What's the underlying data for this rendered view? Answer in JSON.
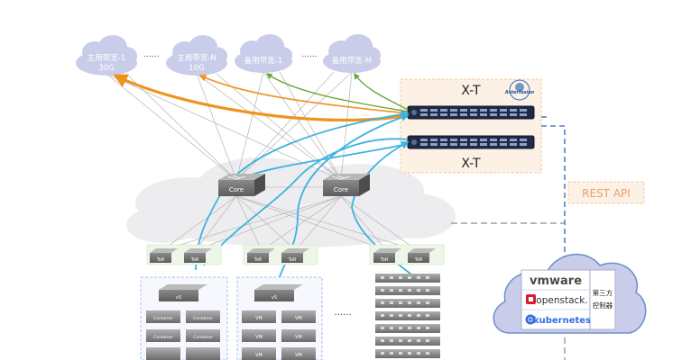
{
  "clouds": [
    {
      "line1": "主用带宽-1",
      "line2": "30G"
    },
    {
      "line1": "主用带宽-N",
      "line2": "10G"
    },
    {
      "line1": "备用带宽-1",
      "line2": ""
    },
    {
      "line1": "备用带宽-M",
      "line2": ""
    }
  ],
  "ellipsis": "......",
  "xt_label_top": "X-T",
  "xt_label_bottom": "X-T",
  "asterfusion_logo": "Asterfusion",
  "rest_api": "REST API",
  "core_label": "Core",
  "tor_label": "ToR",
  "vs_label": "vS",
  "container_label": "Container",
  "vm_label": "VM",
  "pod_ellipsis": "......",
  "third_party": {
    "vendors": [
      "vmware",
      "openstack.",
      "kubernetes"
    ],
    "controller_line1": "第三方",
    "controller_line2": "控制器"
  },
  "colors": {
    "cloud": "#c9cde9",
    "orange": "#f0931e",
    "green": "#6aaa3a",
    "blue": "#3bb3e0",
    "gray_line": "#b8b8b8",
    "dashed_blue": "#2e64b0",
    "xt_panel": "#fdf1e6"
  }
}
